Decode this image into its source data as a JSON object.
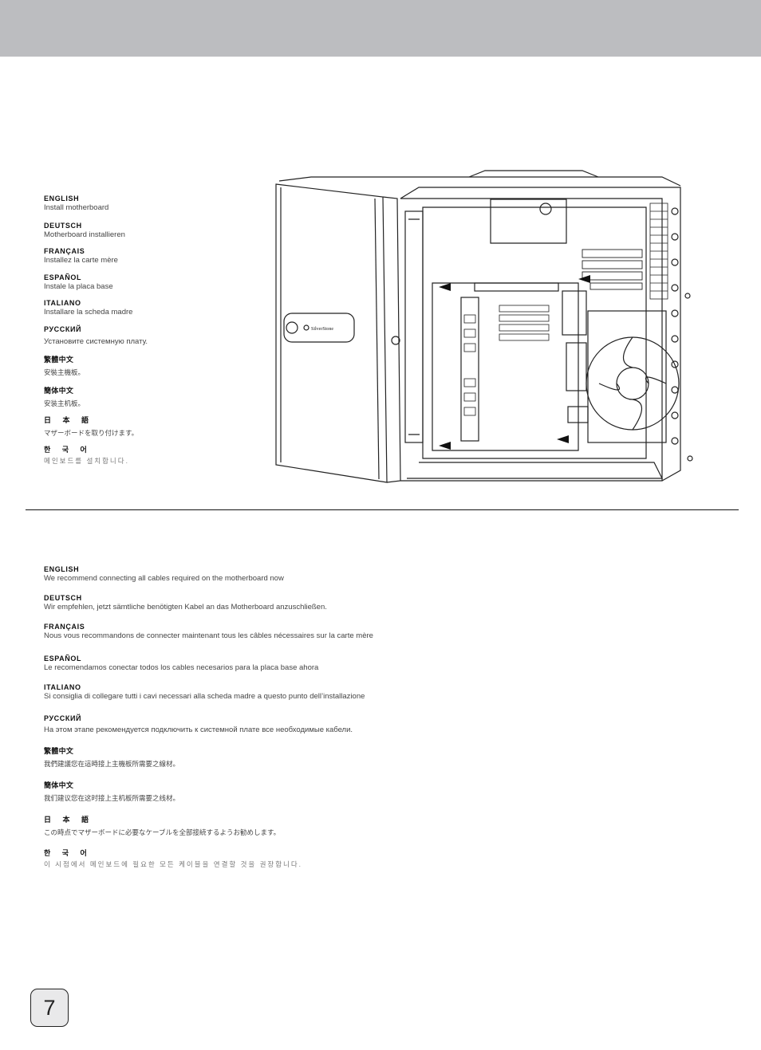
{
  "section1": {
    "items": [
      {
        "title": "ENGLISH",
        "text": " Install motherboard"
      },
      {
        "title": "DEUTSCH",
        "text": "Motherboard installieren"
      },
      {
        "title": "FRANÇAIS",
        "text": "Installez la carte mère"
      },
      {
        "title": "ESPAÑOL",
        "text": "Instale la placa base"
      },
      {
        "title": "ITALIANO",
        "text": "Installare la scheda madre"
      },
      {
        "title": "РУССКИЙ",
        "text": "Установите системную плату."
      },
      {
        "title": "繁體中文",
        "text": "安裝主機板。"
      },
      {
        "title": "簡体中文",
        "text": "安装主机板。"
      },
      {
        "title": "日 本 語",
        "text": "マザーボードを取り付けます。"
      },
      {
        "title": "한 국 어",
        "text": "메인보드를 설치합니다."
      }
    ]
  },
  "illustration": {
    "brand_label": "SilverStone"
  },
  "section2": {
    "items": [
      {
        "title": "ENGLISH",
        "text": "We recommend connecting all cables required on the motherboard now"
      },
      {
        "title": "DEUTSCH",
        "text": "Wir empfehlen, jetzt sämtliche benötigten Kabel an das Motherboard anzuschließen."
      },
      {
        "title": "FRANÇAIS",
        "text": "Nous vous recommandons de connecter maintenant tous les câbles nécessaires sur la carte mère"
      },
      {
        "title": "ESPAÑOL",
        "text": "Le recomendamos conectar todos los cables necesarios para la placa base ahora"
      },
      {
        "title": "ITALIANO",
        "text": "Si consiglia di collegare tutti i cavi necessari alla scheda madre a questo punto dell’installazione"
      },
      {
        "title": "РУССКИЙ",
        "text": "На этом этапе рекомендуется подключить к системной плате все необходимые кабели."
      },
      {
        "title": "繁體中文",
        "text": "我們建議您在這時接上主機板所需要之線材。"
      },
      {
        "title": "簡体中文",
        "text": "我们建议您在这时接上主机板所需要之线材。"
      },
      {
        "title": "日 本 語",
        "text": "この時点でマザーボードに必要なケーブルを全部接続するようお勧めします。"
      },
      {
        "title": "한 국 어",
        "text": "이 시점에서 메인보드에 필요한 모든 케이블을 연결할 것을 권장합니다."
      }
    ]
  },
  "page_number": "7"
}
